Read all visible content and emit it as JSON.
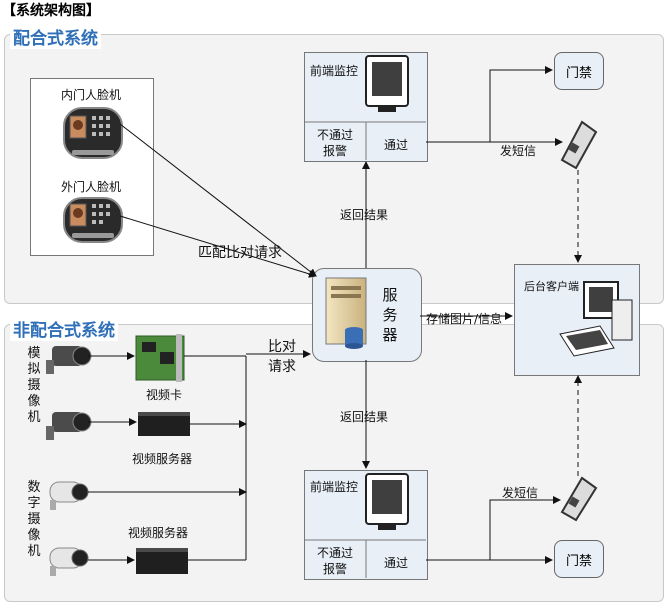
{
  "title": "【系统架构图】",
  "sections": {
    "cooperative": "配合式系统",
    "non_cooperative": "非配合式系统"
  },
  "face_devices": {
    "inner": "内门人脸机",
    "outer": "外门人脸机"
  },
  "match_request": "匹配比对请求",
  "compare_request_line1": "比对",
  "compare_request_line2": "请求",
  "server": {
    "label_chars": [
      "服",
      "务",
      "器"
    ]
  },
  "return_result_top": "返回结果",
  "return_result_bottom": "返回结果",
  "store_label": "存储图片/信息",
  "front_monitor_top": {
    "title": "前端监控",
    "fail_line1": "不通过",
    "fail_line2": "报警",
    "pass": "通过"
  },
  "front_monitor_bottom": {
    "title": "前端监控",
    "fail_line1": "不通过",
    "fail_line2": "报警",
    "pass": "通过"
  },
  "door_top": "门禁",
  "door_bottom": "门禁",
  "sms_top": "发短信",
  "sms_bottom": "发短信",
  "backend": "后台客户端",
  "analog_camera_chars": [
    "模",
    "拟",
    "摄",
    "像",
    "机"
  ],
  "digital_camera_chars": [
    "数",
    "字",
    "摄",
    "像",
    "机"
  ],
  "video_card": "视频卡",
  "video_server_1": "视频服务器",
  "video_server_2": "视频服务器"
}
